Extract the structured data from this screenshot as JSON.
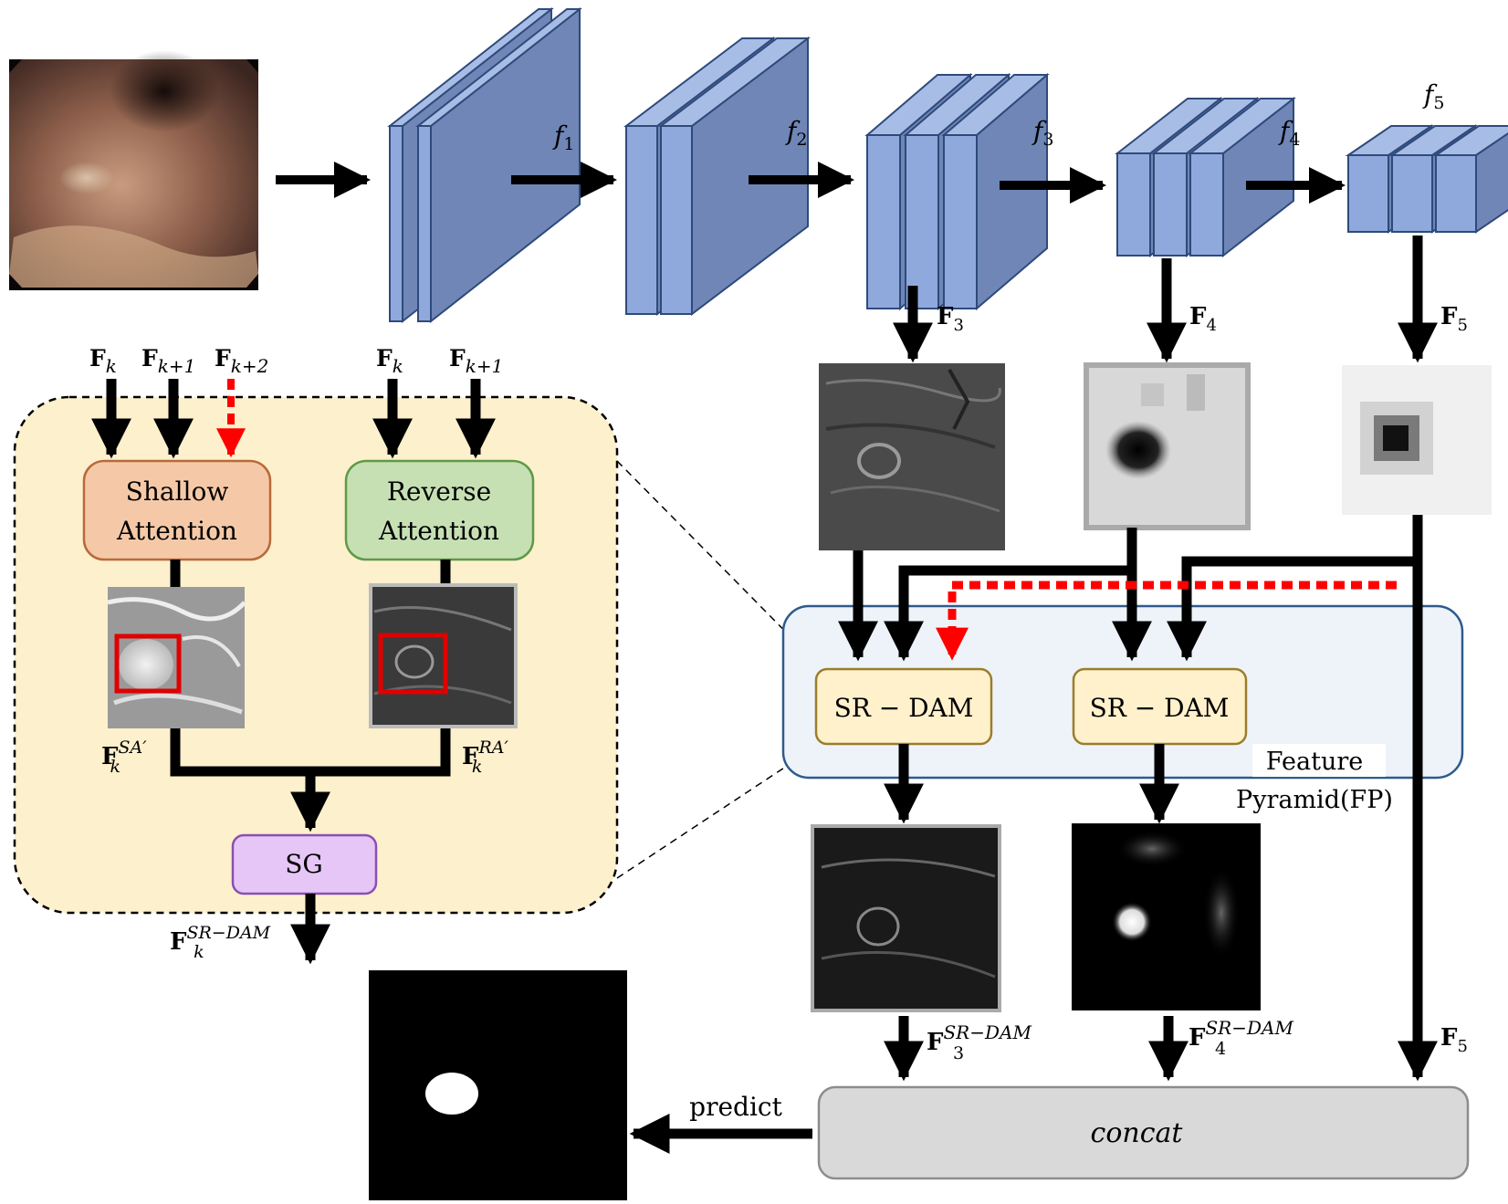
{
  "backbone": {
    "stage_labels": [
      "f1",
      "f2",
      "f3",
      "f4",
      "f5"
    ],
    "stage_label_base": "f",
    "stage_label_subs": [
      "1",
      "2",
      "3",
      "4",
      "5"
    ],
    "feature_labels": [
      {
        "base": "F",
        "sub": "3"
      },
      {
        "base": "F",
        "sub": "4"
      },
      {
        "base": "F",
        "sub": "5"
      }
    ]
  },
  "detail_module": {
    "inputs_left": [
      {
        "base": "F",
        "sub": "k"
      },
      {
        "base": "F",
        "sub": "k+1"
      },
      {
        "base": "F",
        "sub": "k+2"
      }
    ],
    "inputs_right": [
      {
        "base": "F",
        "sub": "k"
      },
      {
        "base": "F",
        "sub": "k+1"
      }
    ],
    "shallow_attention": {
      "line1": "Shallow",
      "line2": "Attention"
    },
    "reverse_attention": {
      "line1": "Reverse",
      "line2": "Attention"
    },
    "sa_output": {
      "base": "F",
      "sub": "k",
      "sup": "SA′"
    },
    "ra_output": {
      "base": "F",
      "sub": "k",
      "sup": "RA′"
    },
    "sg_label": "SG",
    "output": {
      "base": "F",
      "sub": "k",
      "sup": "SR−DAM"
    }
  },
  "feature_pyramid": {
    "label_line1": "Feature",
    "label_line2": "Pyramid(FP)",
    "modules": [
      "SR − DAM",
      "SR − DAM"
    ]
  },
  "outputs": {
    "f3_srdam": {
      "base": "F",
      "sub": "3",
      "sup": "SR−DAM"
    },
    "f4_srdam": {
      "base": "F",
      "sub": "4",
      "sup": "SR−DAM"
    },
    "f5": {
      "base": "F",
      "sub": "5"
    }
  },
  "concat_label": "concat",
  "predict_label": "predict",
  "colors": {
    "layer_front": "#8fa9dc",
    "layer_side": "#6f86b6",
    "layer_top": "#a8bde6",
    "layer_stroke": "#2e4a7a",
    "module_bg": "#fdf0cc",
    "shallow_fill": "#f5c9a8",
    "shallow_stroke": "#b86a3a",
    "reverse_fill": "#c6e0b4",
    "reverse_stroke": "#5e9a46",
    "sg_fill": "#e6c6f7",
    "sg_stroke": "#8a4fb3",
    "srdam_fill": "#fff1cc",
    "srdam_stroke": "#9b7d2a",
    "fp_fill": "#eef3fa",
    "fp_stroke": "#2e5b8a",
    "concat_fill": "#d9d9d9",
    "concat_stroke": "#8c8c8c",
    "dashed_red": "#ff0000",
    "highlight_box": "#e00000"
  }
}
